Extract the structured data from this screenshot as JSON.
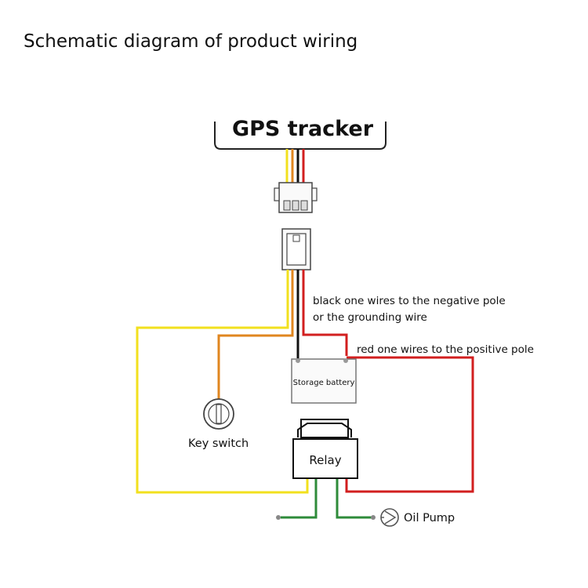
{
  "title": "Schematic diagram of product wiring",
  "tracker": {
    "label": "GPS tracker"
  },
  "notes": {
    "black_line1": "black one wires to the negative pole",
    "black_line2": "or the grounding wire",
    "red": "red one wires to the positive pole"
  },
  "battery": {
    "label": "Storage battery"
  },
  "key_switch": {
    "label": "Key switch"
  },
  "relay": {
    "label": "Relay"
  },
  "oil_pump": {
    "label": "Oil Pump"
  },
  "colors": {
    "yellow_wire": "#f2e01e",
    "orange_wire": "#e0861f",
    "red_wire": "#d21f1f",
    "black_wire": "#111111",
    "green_wire": "#2e8b3a"
  }
}
